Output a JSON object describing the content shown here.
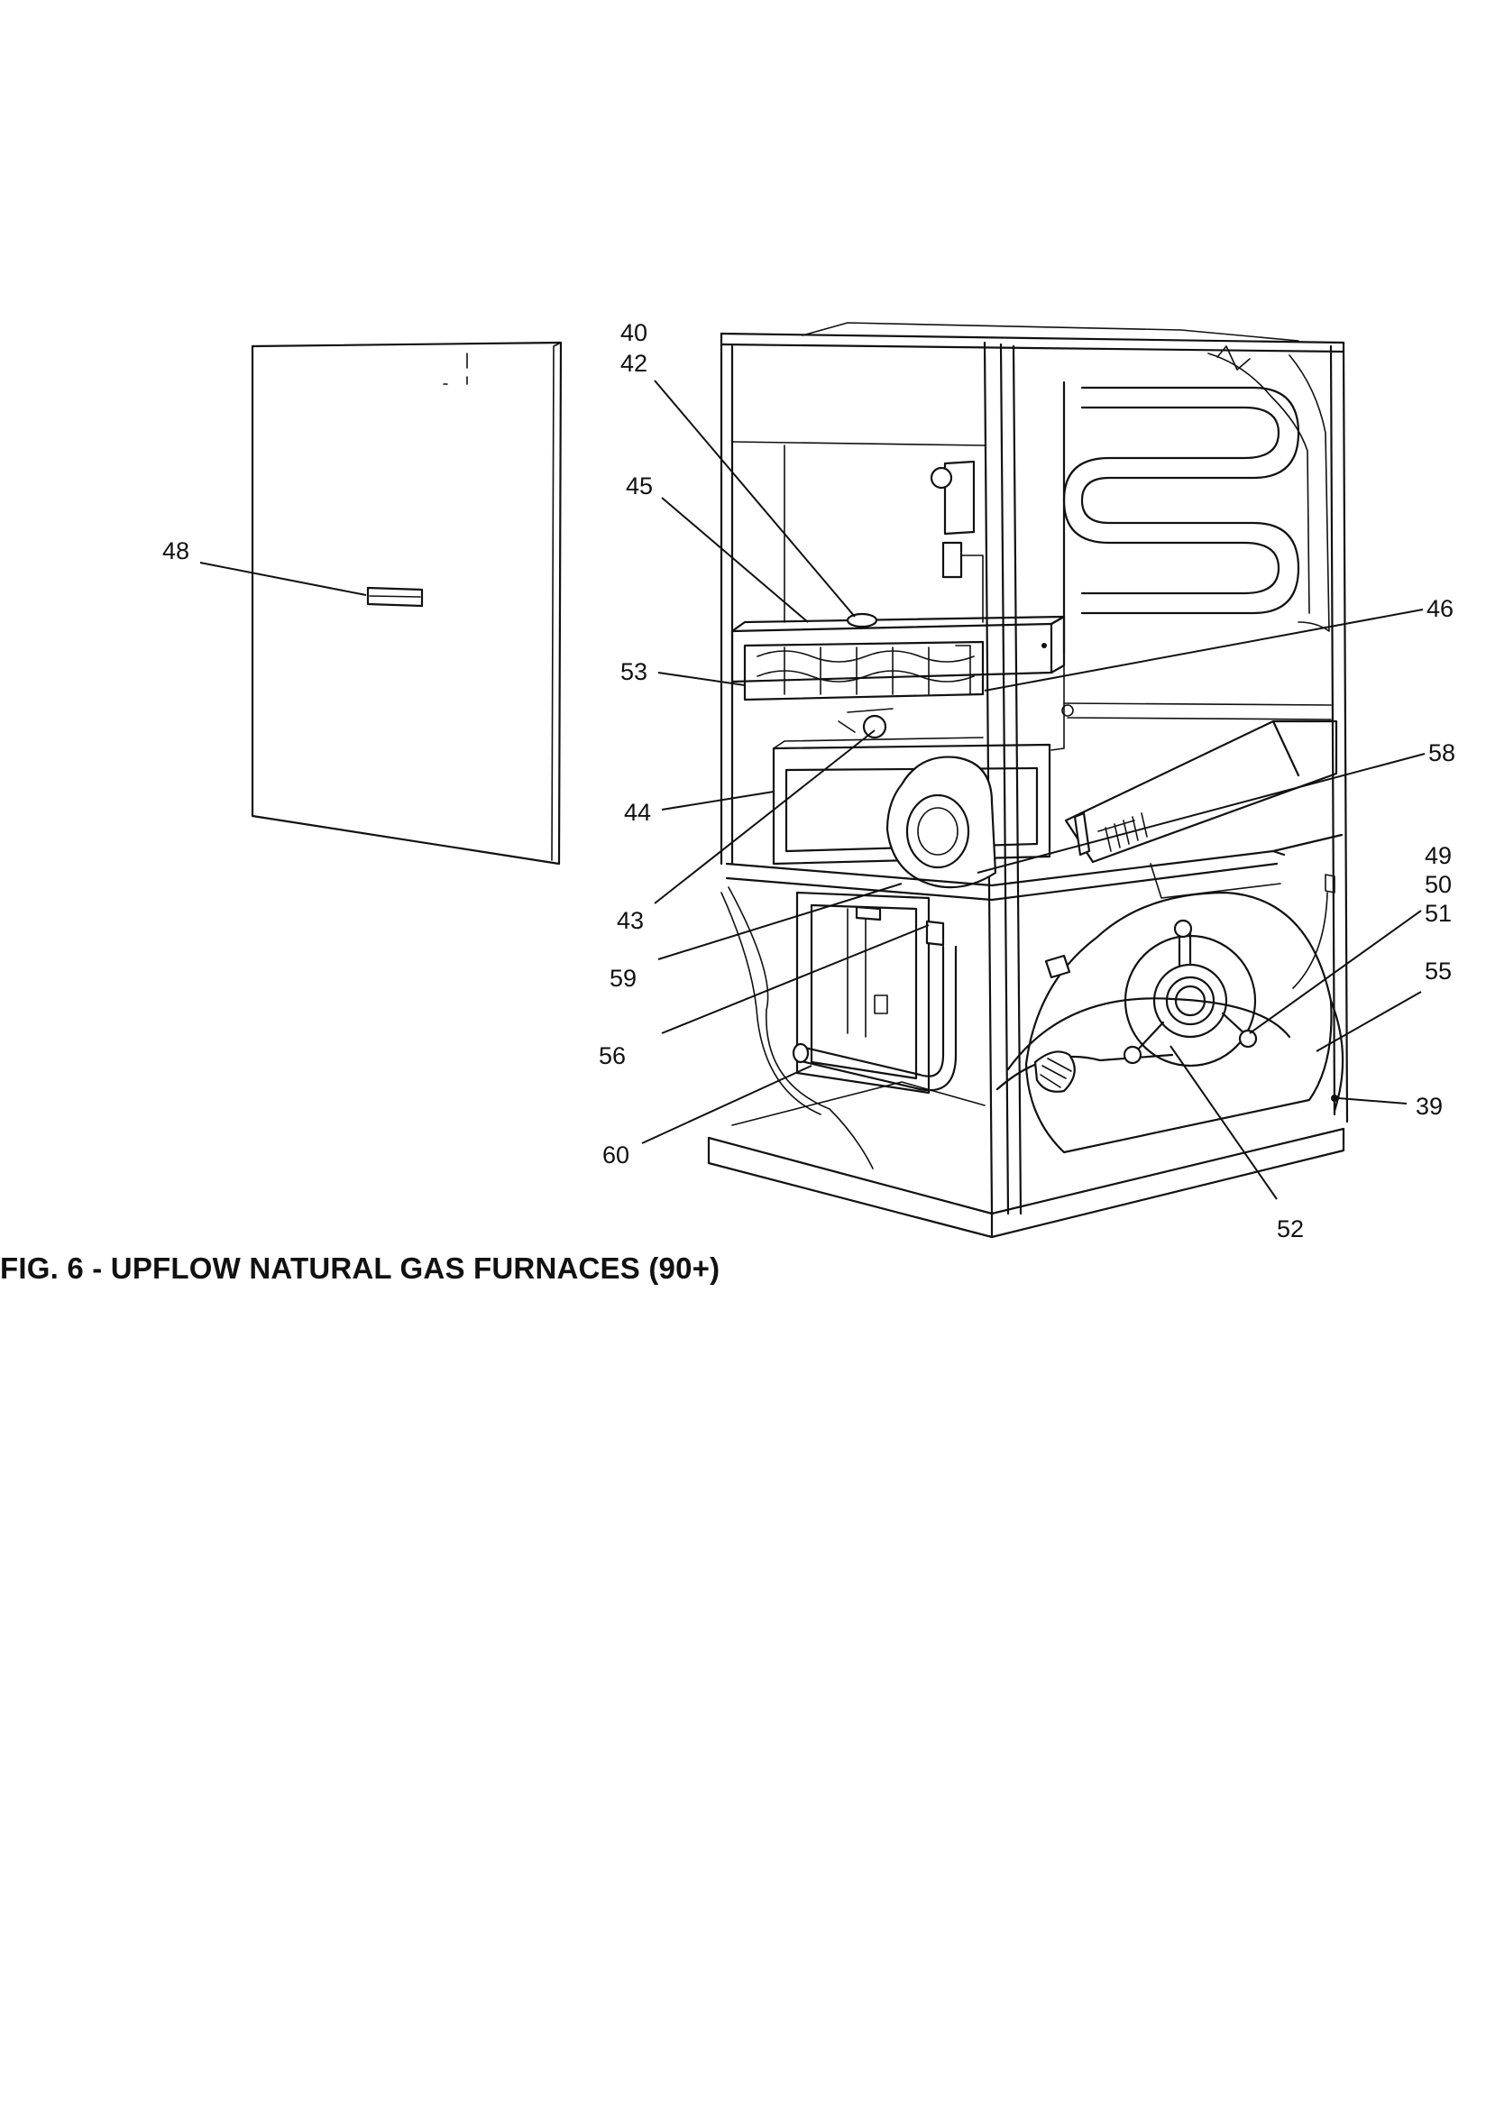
{
  "caption": "FIG. 6 - UPFLOW NATURAL GAS FURNACES (90+)",
  "labels": [
    {
      "id": "40",
      "text": "40"
    },
    {
      "id": "42",
      "text": "42"
    },
    {
      "id": "45",
      "text": "45"
    },
    {
      "id": "48",
      "text": "48"
    },
    {
      "id": "46",
      "text": "46"
    },
    {
      "id": "53",
      "text": "53"
    },
    {
      "id": "58",
      "text": "58"
    },
    {
      "id": "44",
      "text": "44"
    },
    {
      "id": "49",
      "text": "49"
    },
    {
      "id": "50",
      "text": "50"
    },
    {
      "id": "51",
      "text": "51"
    },
    {
      "id": "43",
      "text": "43"
    },
    {
      "id": "59",
      "text": "59"
    },
    {
      "id": "55",
      "text": "55"
    },
    {
      "id": "56",
      "text": "56"
    },
    {
      "id": "39",
      "text": "39"
    },
    {
      "id": "60",
      "text": "60"
    },
    {
      "id": "52",
      "text": "52"
    }
  ]
}
